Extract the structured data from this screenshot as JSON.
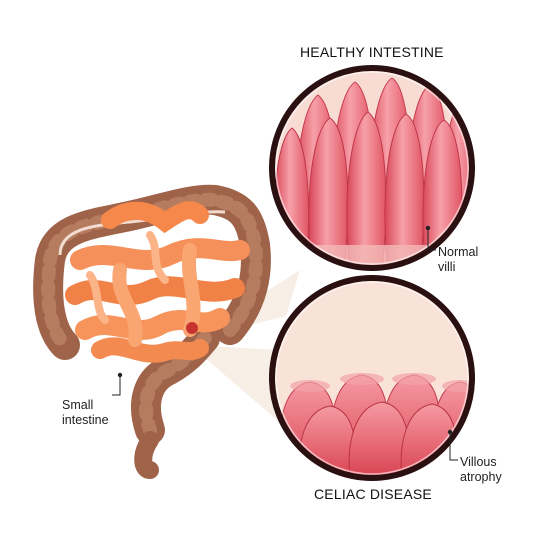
{
  "titles": {
    "healthy": "HEALTHY INTESTINE",
    "celiac": "CELIAC DISEASE"
  },
  "labels": {
    "small_intestine": "Small\nintestine",
    "normal_villi": "Normal\nvilli",
    "villous_atrophy": "Villous\natrophy"
  },
  "colors": {
    "colon": "#a86a4f",
    "small_intestine": "#f7955a",
    "villi": "#ee6a78",
    "tissue_bg": "#f8d8d0",
    "circle_border": "#3a1a1a"
  }
}
